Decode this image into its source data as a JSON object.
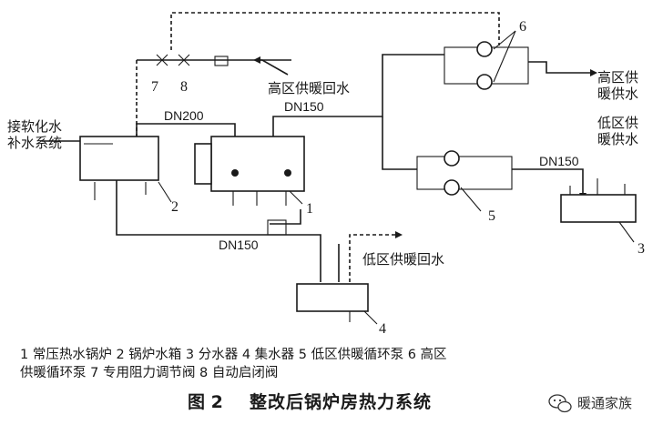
{
  "diagram": {
    "labels": {
      "soft_water": [
        "接软化水",
        "补水系统"
      ],
      "hz_return": "高区供暖回水",
      "hz_supply": [
        "高区供",
        "暖供水"
      ],
      "lz_supply": [
        "低区供",
        "暖供水"
      ],
      "lz_return": "低区供暖回水",
      "dn200": "DN200",
      "dn150_top": "DN150",
      "dn150_right": "DN150",
      "dn150_bottom": "DN150"
    },
    "callouts": {
      "c1": "1",
      "c2": "2",
      "c3": "3",
      "c4": "4",
      "c5": "5",
      "c6": "6",
      "c7": "7",
      "c8": "8"
    }
  },
  "legend": {
    "line1": "1 常压热水锅炉   2 锅炉水箱   3 分水器   4 集水器   5 低区供暖循环泵   6 高区",
    "line2": "供暖循环泵   7 专用阻力调节阀   8 自动启闭阀"
  },
  "caption": {
    "figure_no": "图 2",
    "title": "整改后锅炉房热力系统"
  },
  "watermark": {
    "text": "暖通家族",
    "icon": "wechat-icon"
  }
}
